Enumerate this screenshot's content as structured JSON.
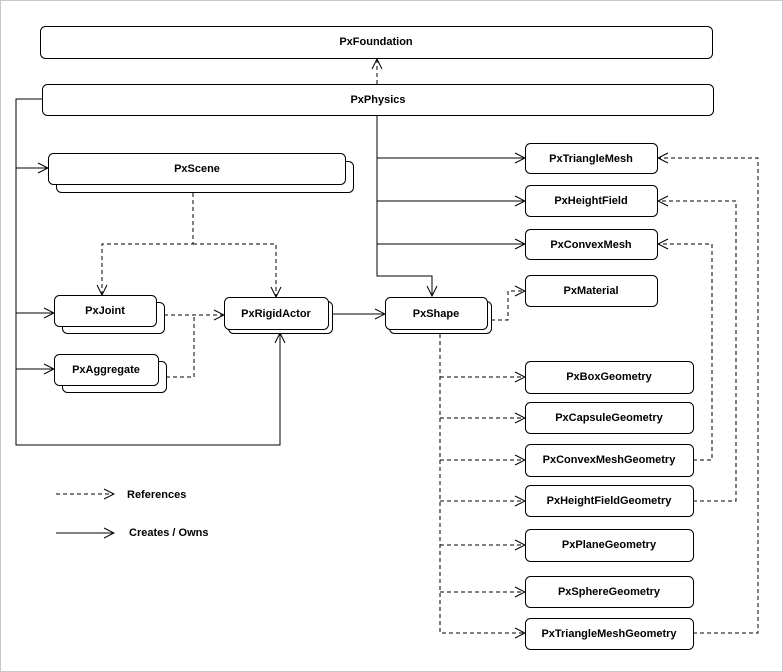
{
  "colors": {
    "line": "#000000",
    "box_fill": "#ffffff",
    "background": "#ffffff"
  },
  "nodes": {
    "foundation": "PxFoundation",
    "physics": "PxPhysics",
    "scene": "PxScene",
    "joint": "PxJoint",
    "aggregate": "PxAggregate",
    "rigid_actor": "PxRigidActor",
    "shape": "PxShape",
    "material": "PxMaterial",
    "triangle_mesh": "PxTriangleMesh",
    "height_field": "PxHeightField",
    "convex_mesh": "PxConvexMesh",
    "box_geometry": "PxBoxGeometry",
    "capsule_geometry": "PxCapsuleGeometry",
    "convex_mesh_geometry": "PxConvexMeshGeometry",
    "height_field_geometry": "PxHeightFieldGeometry",
    "plane_geometry": "PxPlaneGeometry",
    "sphere_geometry": "PxSphereGeometry",
    "triangle_mesh_geometry": "PxTriangleMeshGeometry"
  },
  "legend": {
    "references": "References",
    "creates_owns": "Creates / Owns"
  }
}
